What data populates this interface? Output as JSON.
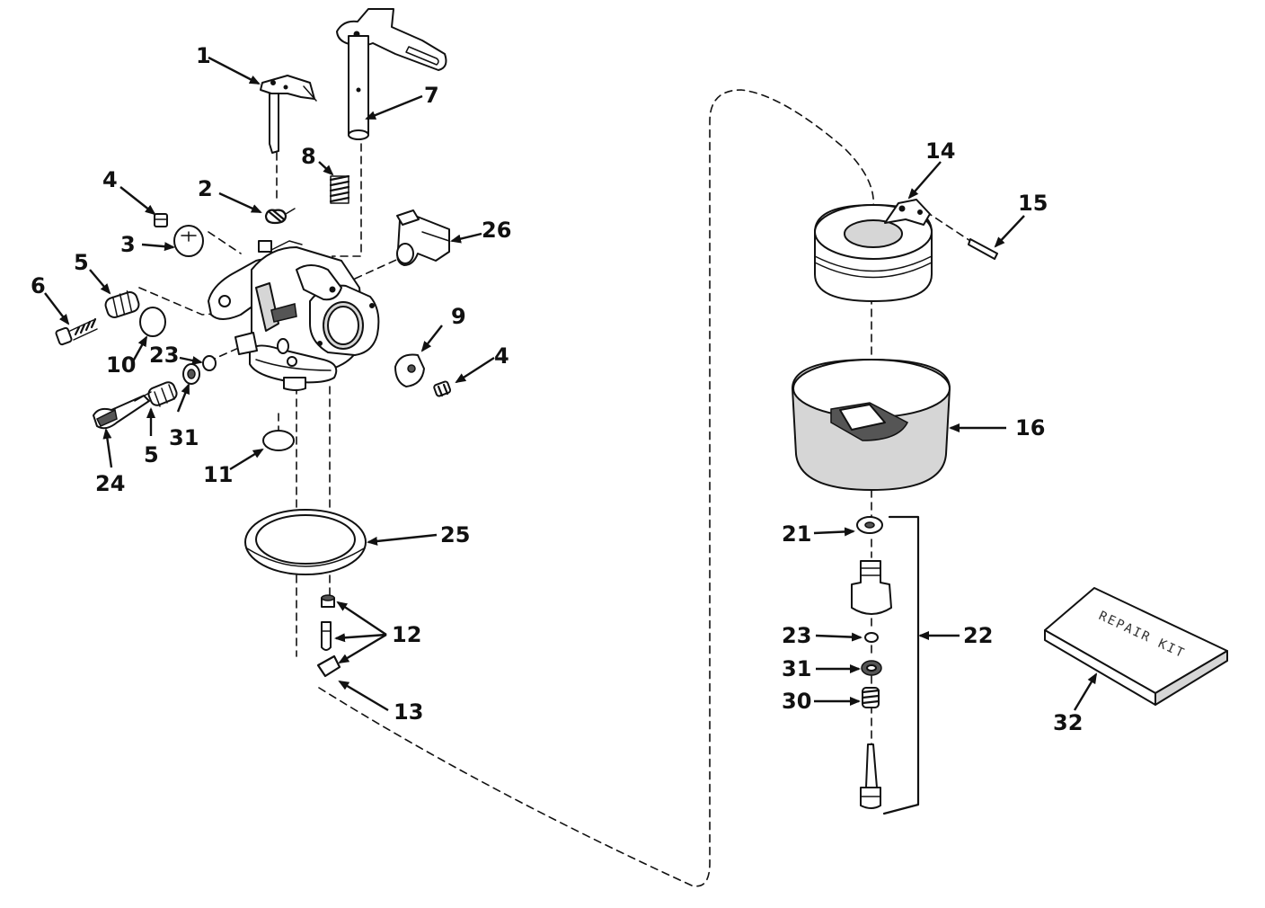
{
  "callouts": {
    "c1": "1",
    "c2": "2",
    "c3": "3",
    "c4a": "4",
    "c4b": "4",
    "c5a": "5",
    "c5b": "5",
    "c6": "6",
    "c7": "7",
    "c8": "8",
    "c9": "9",
    "c10": "10",
    "c11": "11",
    "c12": "12",
    "c13": "13",
    "c14": "14",
    "c15": "15",
    "c16": "16",
    "c21": "21",
    "c22": "22",
    "c23a": "23",
    "c23b": "23",
    "c24": "24",
    "c25": "25",
    "c26": "26",
    "c30": "30",
    "c31a": "31",
    "c31b": "31",
    "c32": "32"
  },
  "repair_kit_label": "REPAIR KIT"
}
